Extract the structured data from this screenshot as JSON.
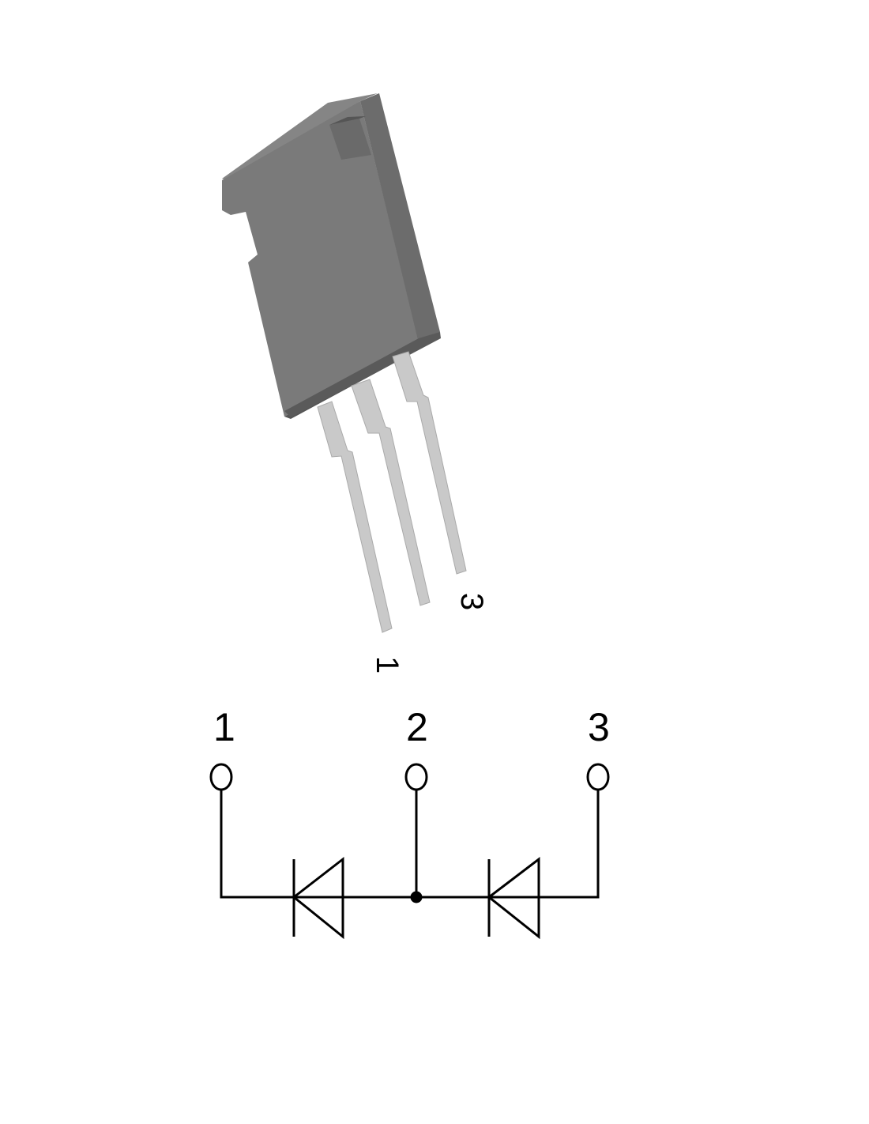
{
  "package": {
    "pin_labels": [
      "1",
      "3"
    ],
    "colors": {
      "body": "#7a7a7a",
      "body_side": "#6a6a6a",
      "body_bottom": "#555555",
      "leads": "#c9c9c9"
    }
  },
  "schematic": {
    "terminals": [
      "1",
      "2",
      "3"
    ],
    "components": [
      "diode",
      "diode"
    ],
    "line_color": "#000000"
  }
}
